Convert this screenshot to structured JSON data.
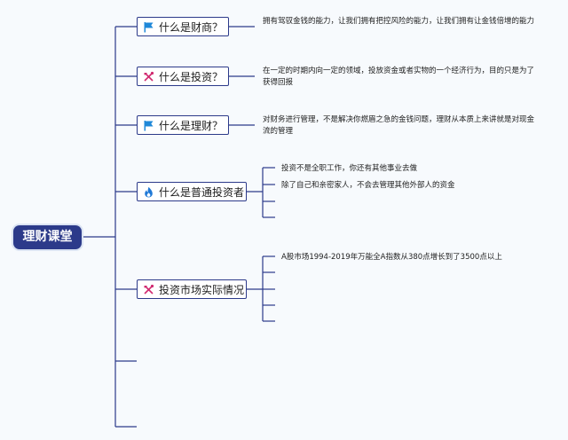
{
  "root": {
    "title": "理财课堂"
  },
  "topics": [
    {
      "label": "什么是财商？",
      "icon": "blue-flag-icon"
    },
    {
      "label": "什么是投资？",
      "icon": "tools-icon"
    },
    {
      "label": "什么是理财？",
      "icon": "blue-flag-icon"
    },
    {
      "label": "什么是普通投资者",
      "icon": "fire-icon"
    },
    {
      "label": "投资市场实际情况",
      "icon": "tools-icon"
    }
  ],
  "descriptions": [
    "拥有驾驭金钱的能力，让我们拥有把控风险的能力，让我们拥有让金钱倍增的能力",
    "在一定的时期内向一定的领域，投放资金或者实物的一个经济行为，目的只是为了获得回报",
    "对财务进行管理，不是解决你燃眉之急的金钱问题，理财从本质上来讲就是对现金流的管理"
  ],
  "investor_items": [
    "投资不是全职工作，你还有其他事业去做",
    "除了自己和亲密家人，不会去管理其他外部人的资金"
  ],
  "market_items": [
    "A股市场1994-2019年万能全A指数从380点增长到了3500点以上"
  ],
  "colors": {
    "connector": "#2c3a8a",
    "root_fill": "#2c3a8a",
    "flag_blue": "#1f88d8",
    "fire_blue": "#1e78d6",
    "tools_pink": "#d02a70"
  }
}
